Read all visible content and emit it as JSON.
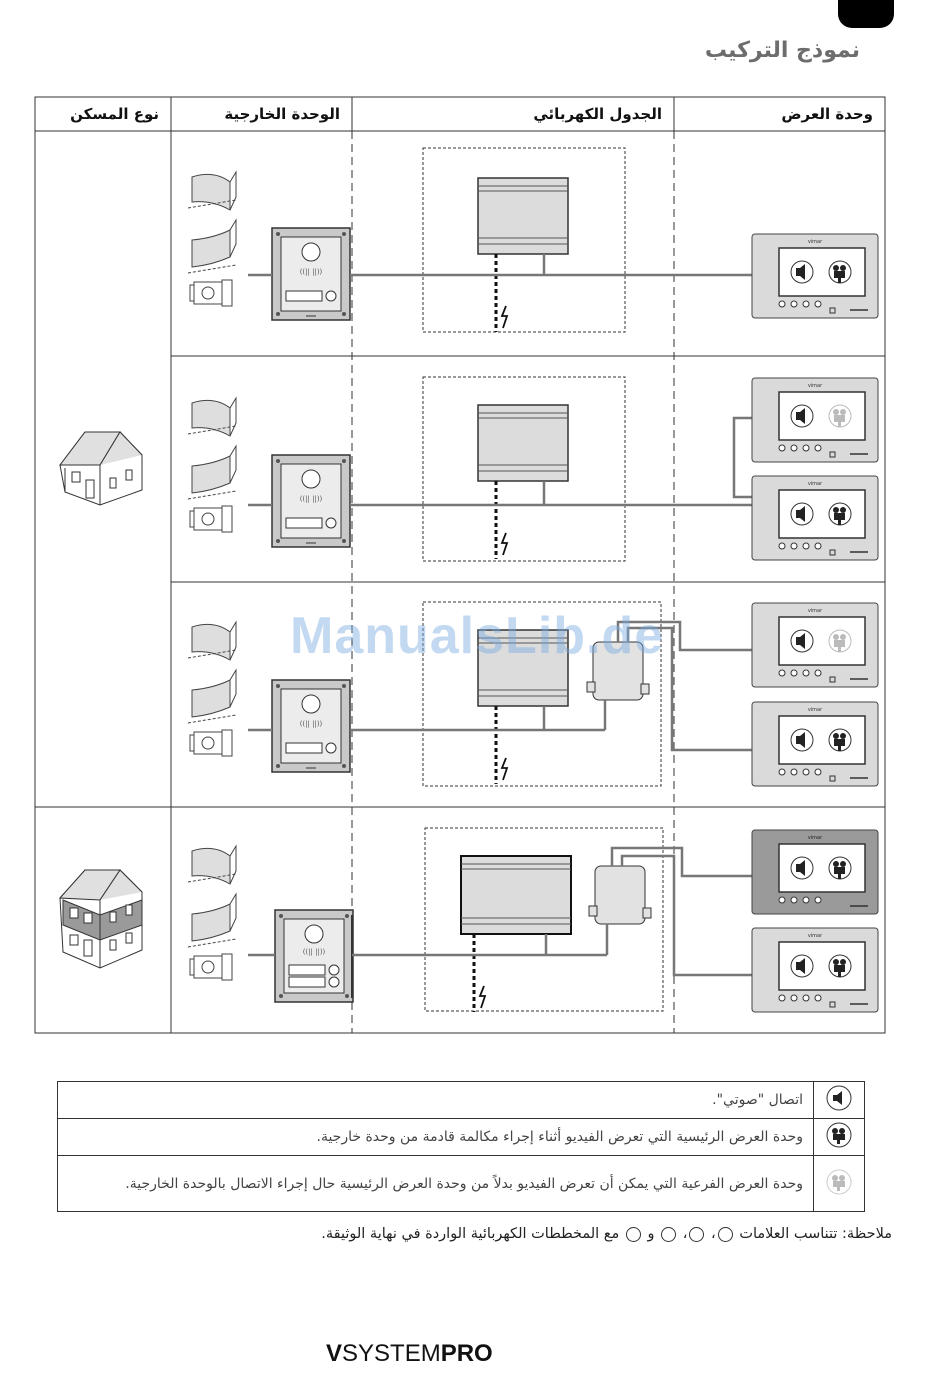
{
  "page": {
    "title": "نموذج التركيب",
    "brand_prefix": "V",
    "brand_mid": "SYSTEM",
    "brand_suffix": "PRO",
    "watermark": "ManualsLib.de"
  },
  "table": {
    "headers": {
      "dwelling": "نوع المسكن",
      "outdoor": "الوحدة الخارجية",
      "panel": "الجدول الكهربائي",
      "display": "وحدة العرض"
    }
  },
  "legend": [
    {
      "icon": "speaker-icon",
      "text": "اتصال \"صوتي\"."
    },
    {
      "icon": "camera-icon",
      "text": "وحدة العرض الرئيسية التي تعرض الفيديو أثناء إجراء مكالمة قادمة من وحدة خارجية."
    },
    {
      "icon": "camera-faded-icon",
      "text": "وحدة العرض الفرعية التي يمكن أن تعرض الفيديو بدلاً من وحدة العرض الرئيسية حال إجراء الاتصال بالوحدة الخارجية."
    }
  ],
  "note": {
    "start": "ملاحظة: تتناسب العلامات",
    "sep1": "،",
    "sep2": "،",
    "and": "و",
    "end": "مع المخططات الكهربائية الواردة في نهاية الوثيقة."
  }
}
